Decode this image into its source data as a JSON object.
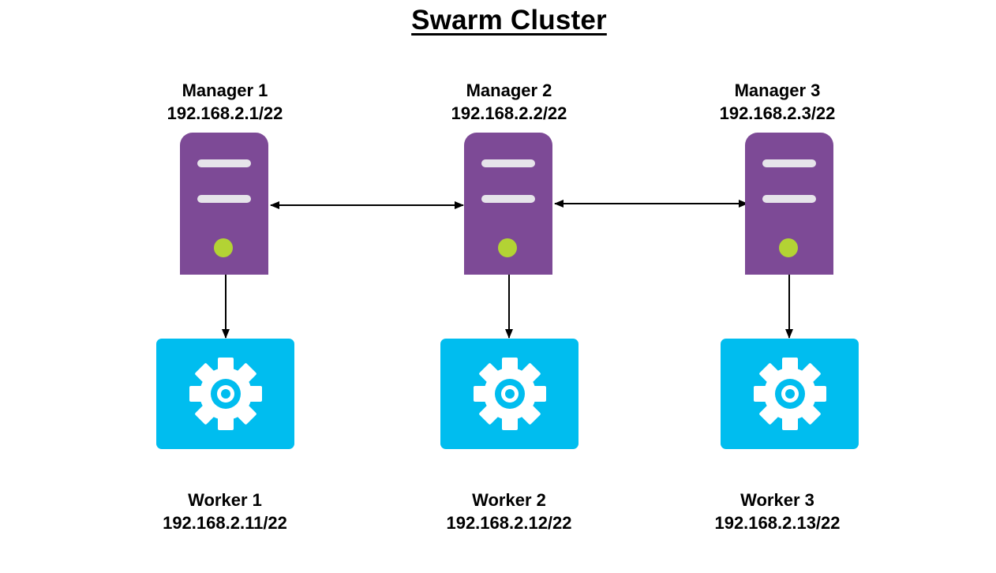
{
  "diagram": {
    "title": "Swarm Cluster",
    "managers": [
      {
        "name": "Manager 1",
        "ip": "192.168.2.1/22",
        "icon": "server-icon"
      },
      {
        "name": "Manager 2",
        "ip": "192.168.2.2/22",
        "icon": "server-icon"
      },
      {
        "name": "Manager 3",
        "ip": "192.168.2.3/22",
        "icon": "server-icon"
      }
    ],
    "workers": [
      {
        "name": "Worker 1",
        "ip": "192.168.2.11/22",
        "icon": "gear-icon"
      },
      {
        "name": "Worker 2",
        "ip": "192.168.2.12/22",
        "icon": "gear-icon"
      },
      {
        "name": "Worker 3",
        "ip": "192.168.2.13/22",
        "icon": "gear-icon"
      }
    ],
    "connections": [
      {
        "from": "Manager 1",
        "to": "Manager 2",
        "direction": "both"
      },
      {
        "from": "Manager 2",
        "to": "Manager 3",
        "direction": "both"
      },
      {
        "from": "Manager 1",
        "to": "Worker 1",
        "direction": "forward"
      },
      {
        "from": "Manager 2",
        "to": "Worker 2",
        "direction": "forward"
      },
      {
        "from": "Manager 3",
        "to": "Worker 3",
        "direction": "forward"
      }
    ],
    "colors": {
      "server": "#7d4a96",
      "server_led": "#b3d334",
      "worker": "#00bdef",
      "gear": "#ffffff"
    }
  }
}
